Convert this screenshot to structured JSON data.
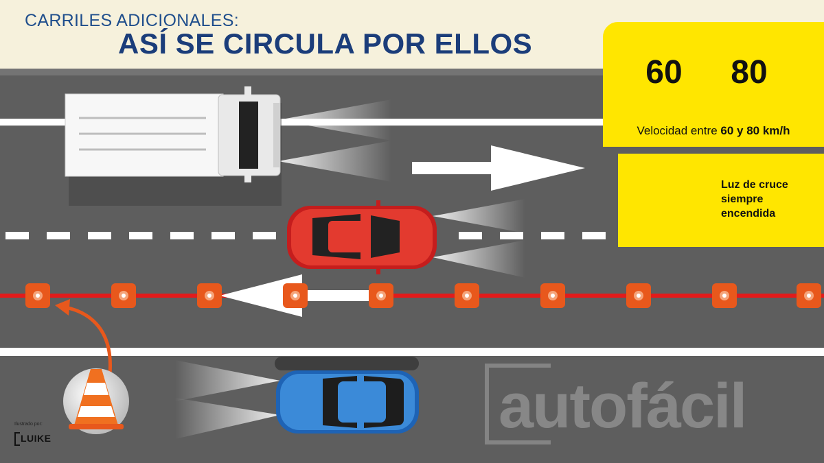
{
  "header": {
    "subtitle": "CARRILES ADICIONALES:",
    "title": "ASÍ SE CIRCULA POR ELLOS"
  },
  "speed_panel": {
    "sign_min": "60",
    "sign_max": "80",
    "caption_prefix": "Velocidad entre ",
    "caption_bold": "60 y 80 km/h"
  },
  "light_panel": {
    "icon": "low-beam-headlight-icon",
    "text": "Luz de cruce siempre encendida"
  },
  "credit": {
    "label": "Ilustrado por:",
    "name": "LUIKE"
  },
  "watermark": "autofácil",
  "colors": {
    "panel_yellow": "#ffe600",
    "title_blue": "#1b3d7a",
    "road_gray": "#5e5e5e",
    "cone_orange": "#e8581c",
    "red_line": "#e21b1b",
    "sign_red": "#d42020",
    "light_sign_blue": "#1f4e9c"
  }
}
